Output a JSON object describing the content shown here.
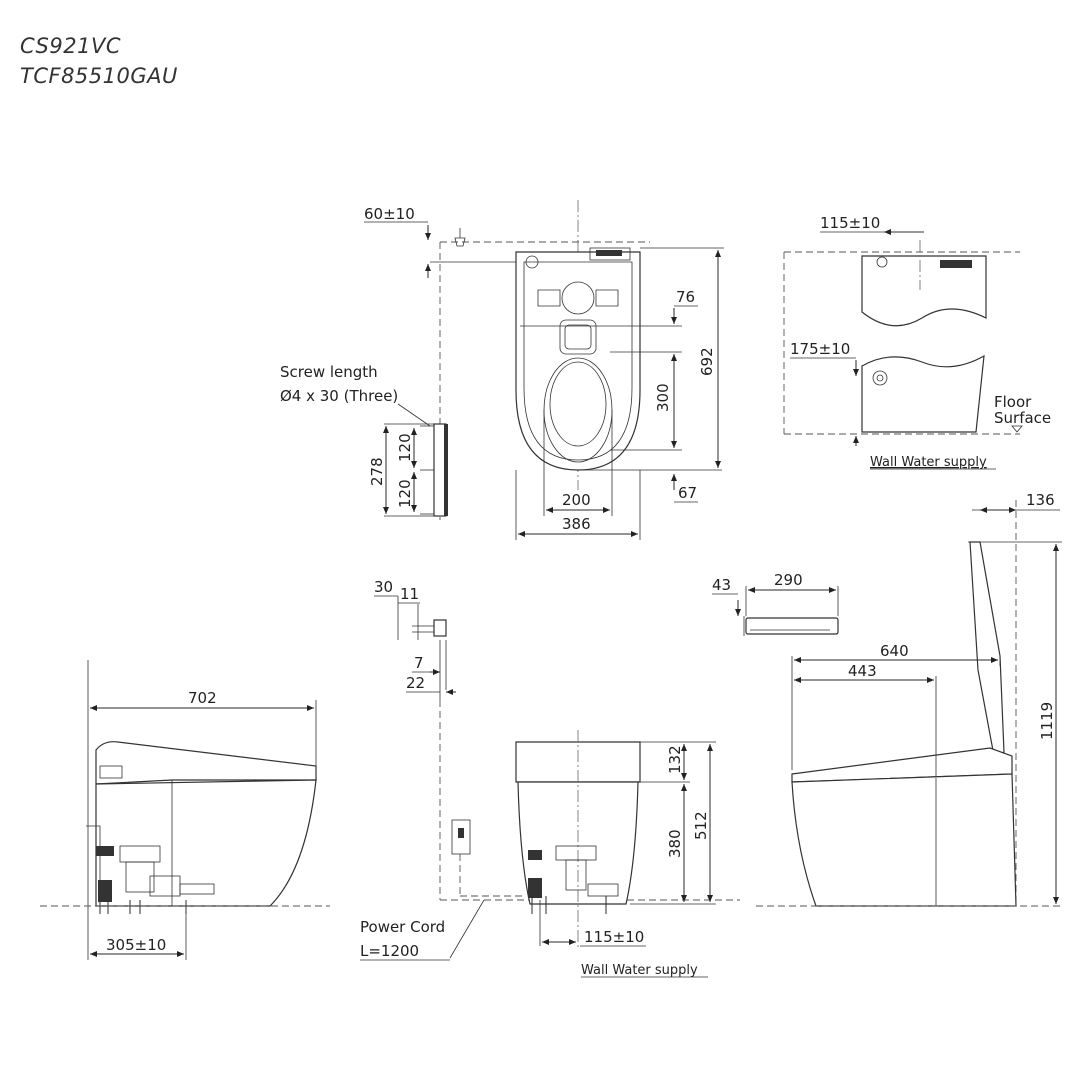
{
  "models": [
    "CS921VC",
    "TCF85510GAU"
  ],
  "dimensions": {
    "d60": "60±10",
    "d76": "76",
    "d692": "692",
    "d300": "300",
    "d67": "67",
    "d200": "200",
    "d386": "386",
    "d120a": "120",
    "d120b": "120",
    "d278": "278",
    "d115top": "115±10",
    "d175": "175±10",
    "d136": "136",
    "d1119": "1119",
    "d43": "43",
    "d290": "290",
    "d640": "640",
    "d443": "443",
    "d30": "30",
    "d11": "11",
    "d7": "7",
    "d22": "22",
    "d702": "702",
    "d305": "305±10",
    "d132": "132",
    "d380": "380",
    "d512": "512",
    "d115bottom": "115±10"
  },
  "labels": {
    "screw1": "Screw length",
    "screw2": "Ø4 x 30 (Three)",
    "floor1": "Floor",
    "floor2": "Surface",
    "wall_supply_top": "Wall Water supply",
    "wall_supply_bottom": "Wall Water supply",
    "power1": "Power Cord",
    "power2": "L=1200"
  }
}
